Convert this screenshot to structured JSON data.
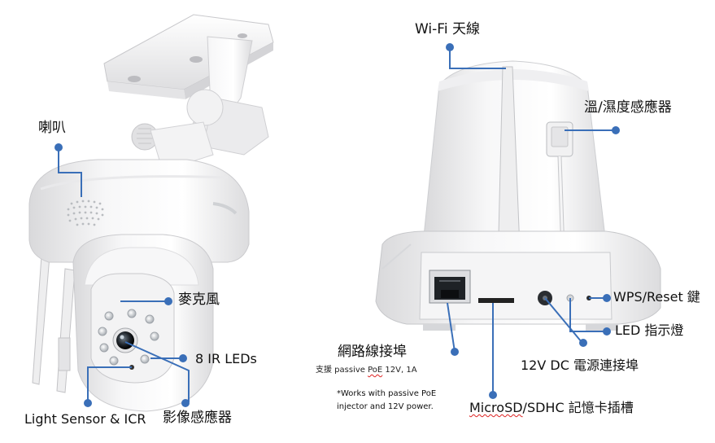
{
  "labels": {
    "speaker": "喇叭",
    "microphone": "麥克風",
    "ir_leds": "8 IR LEDs",
    "light_sensor": "Light Sensor & ICR",
    "image_sensor": "影像感應器",
    "wifi_antenna": "Wi-Fi 天線",
    "temp_humidity_sensor": "溫/濕度感應器",
    "wps_reset": "WPS/Reset 鍵",
    "led_indicator": "LED 指示燈",
    "dc_jack": "12V DC 電源連接埠",
    "network_port": "網路線接埠",
    "poe_support_prefix": "支援 passive ",
    "poe_support_poe": "PoE",
    "poe_support_suffix": " 12V, 1A",
    "poe_note_line1": "*Works with passive PoE",
    "poe_note_line2": "injector and 12V power.",
    "microsd_prefix": "MicroSD",
    "microsd_suffix": "/SDHC 記憶卡插槽"
  },
  "colors": {
    "callout_line": "#3a6fb8",
    "callout_dot": "#3a6fb8",
    "spell_underline": "#d22222"
  },
  "icons": {
    "callout_marker": "filled-circle",
    "camera_front": "ptz-camera-front-view",
    "camera_back": "ptz-camera-back-view"
  }
}
